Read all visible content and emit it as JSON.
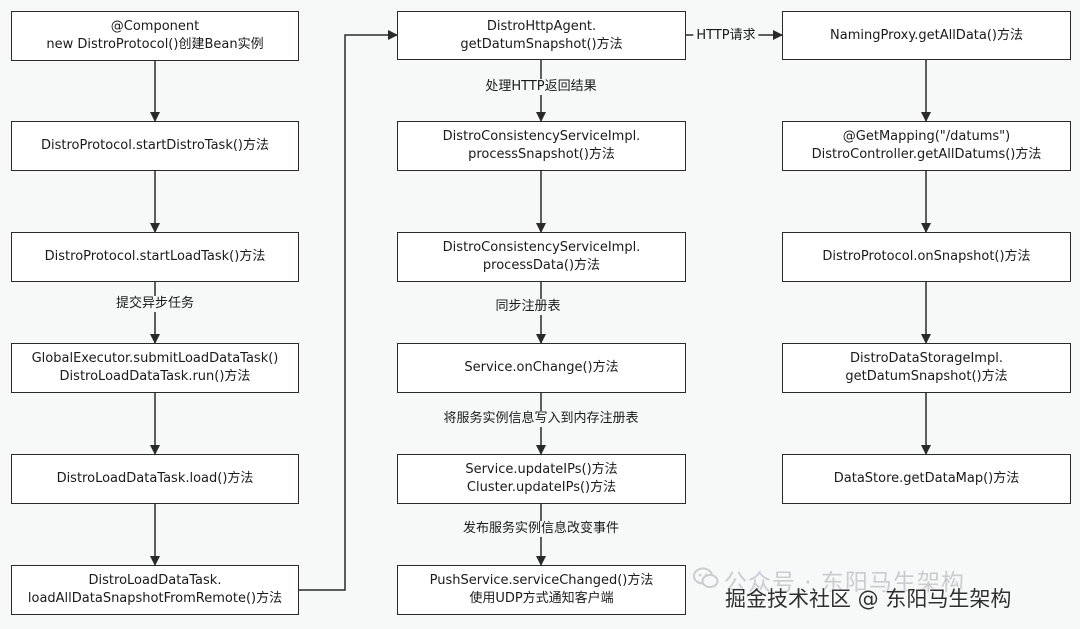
{
  "nodes": {
    "c1_component": [
      "@Component",
      "new DistroProtocol()创建Bean实例"
    ],
    "c1_start_distro_task": [
      "DistroProtocol.startDistroTask()方法"
    ],
    "c1_start_load_task": [
      "DistroProtocol.startLoadTask()方法"
    ],
    "c1_submit_load_data_task": [
      "GlobalExecutor.submitLoadDataTask()",
      "DistroLoadDataTask.run()方法"
    ],
    "c1_load": [
      "DistroLoadDataTask.load()方法"
    ],
    "c1_load_all_snapshot": [
      "DistroLoadDataTask.",
      "loadAllDataSnapshotFromRemote()方法"
    ],
    "c2_http_agent": [
      "DistroHttpAgent.",
      "getDatumSnapshot()方法"
    ],
    "c2_process_snapshot": [
      "DistroConsistencyServiceImpl.",
      "processSnapshot()方法"
    ],
    "c2_process_data": [
      "DistroConsistencyServiceImpl.",
      "processData()方法"
    ],
    "c2_on_change": [
      "Service.onChange()方法"
    ],
    "c2_update_ips": [
      "Service.updateIPs()方法",
      "Cluster.updateIPs()方法"
    ],
    "c2_push_service": [
      "PushService.serviceChanged()方法",
      "使用UDP方式通知客户端"
    ],
    "c3_naming_proxy": [
      "NamingProxy.getAllData()方法"
    ],
    "c3_get_mapping": [
      "@GetMapping(\"/datums\")",
      "DistroController.getAllDatums()方法"
    ],
    "c3_on_snapshot": [
      "DistroProtocol.onSnapshot()方法"
    ],
    "c3_storage_impl": [
      "DistroDataStorageImpl.",
      "getDatumSnapshot()方法"
    ],
    "c3_data_store": [
      "DataStore.getDataMap()方法"
    ]
  },
  "edge_labels": {
    "submit_async_task": "提交异步任务",
    "handle_http_result": "处理HTTP返回结果",
    "sync_registry": "同步注册表",
    "write_instance_info": "将服务实例信息写入到内存注册表",
    "publish_change_event": "发布服务实例信息改变事件",
    "http_request": "HTTP请求"
  },
  "watermark": {
    "wechat_account": "公众号 · 东阳马生架构",
    "juejin_credit": "掘金技术社区 @ 东阳马生架构"
  }
}
